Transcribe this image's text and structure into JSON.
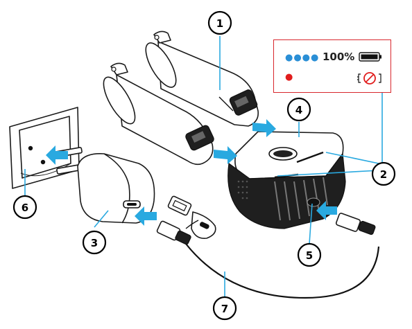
{
  "callouts": {
    "c1": "1",
    "c2": "2",
    "c3": "3",
    "c4": "4",
    "c5": "5",
    "c6": "6",
    "c7": "7"
  },
  "indicator": {
    "charging_dots": "●●●●",
    "charge_percent": "100%",
    "error_dot": "●",
    "battery_full_icon": "battery-full-icon",
    "battery_error_icon": "battery-error-icon"
  },
  "colors": {
    "accent_arrow": "#29a9e0",
    "indicator_blue": "#2a8fd6",
    "indicator_red": "#e11d1d",
    "box_border": "#d8262c"
  }
}
